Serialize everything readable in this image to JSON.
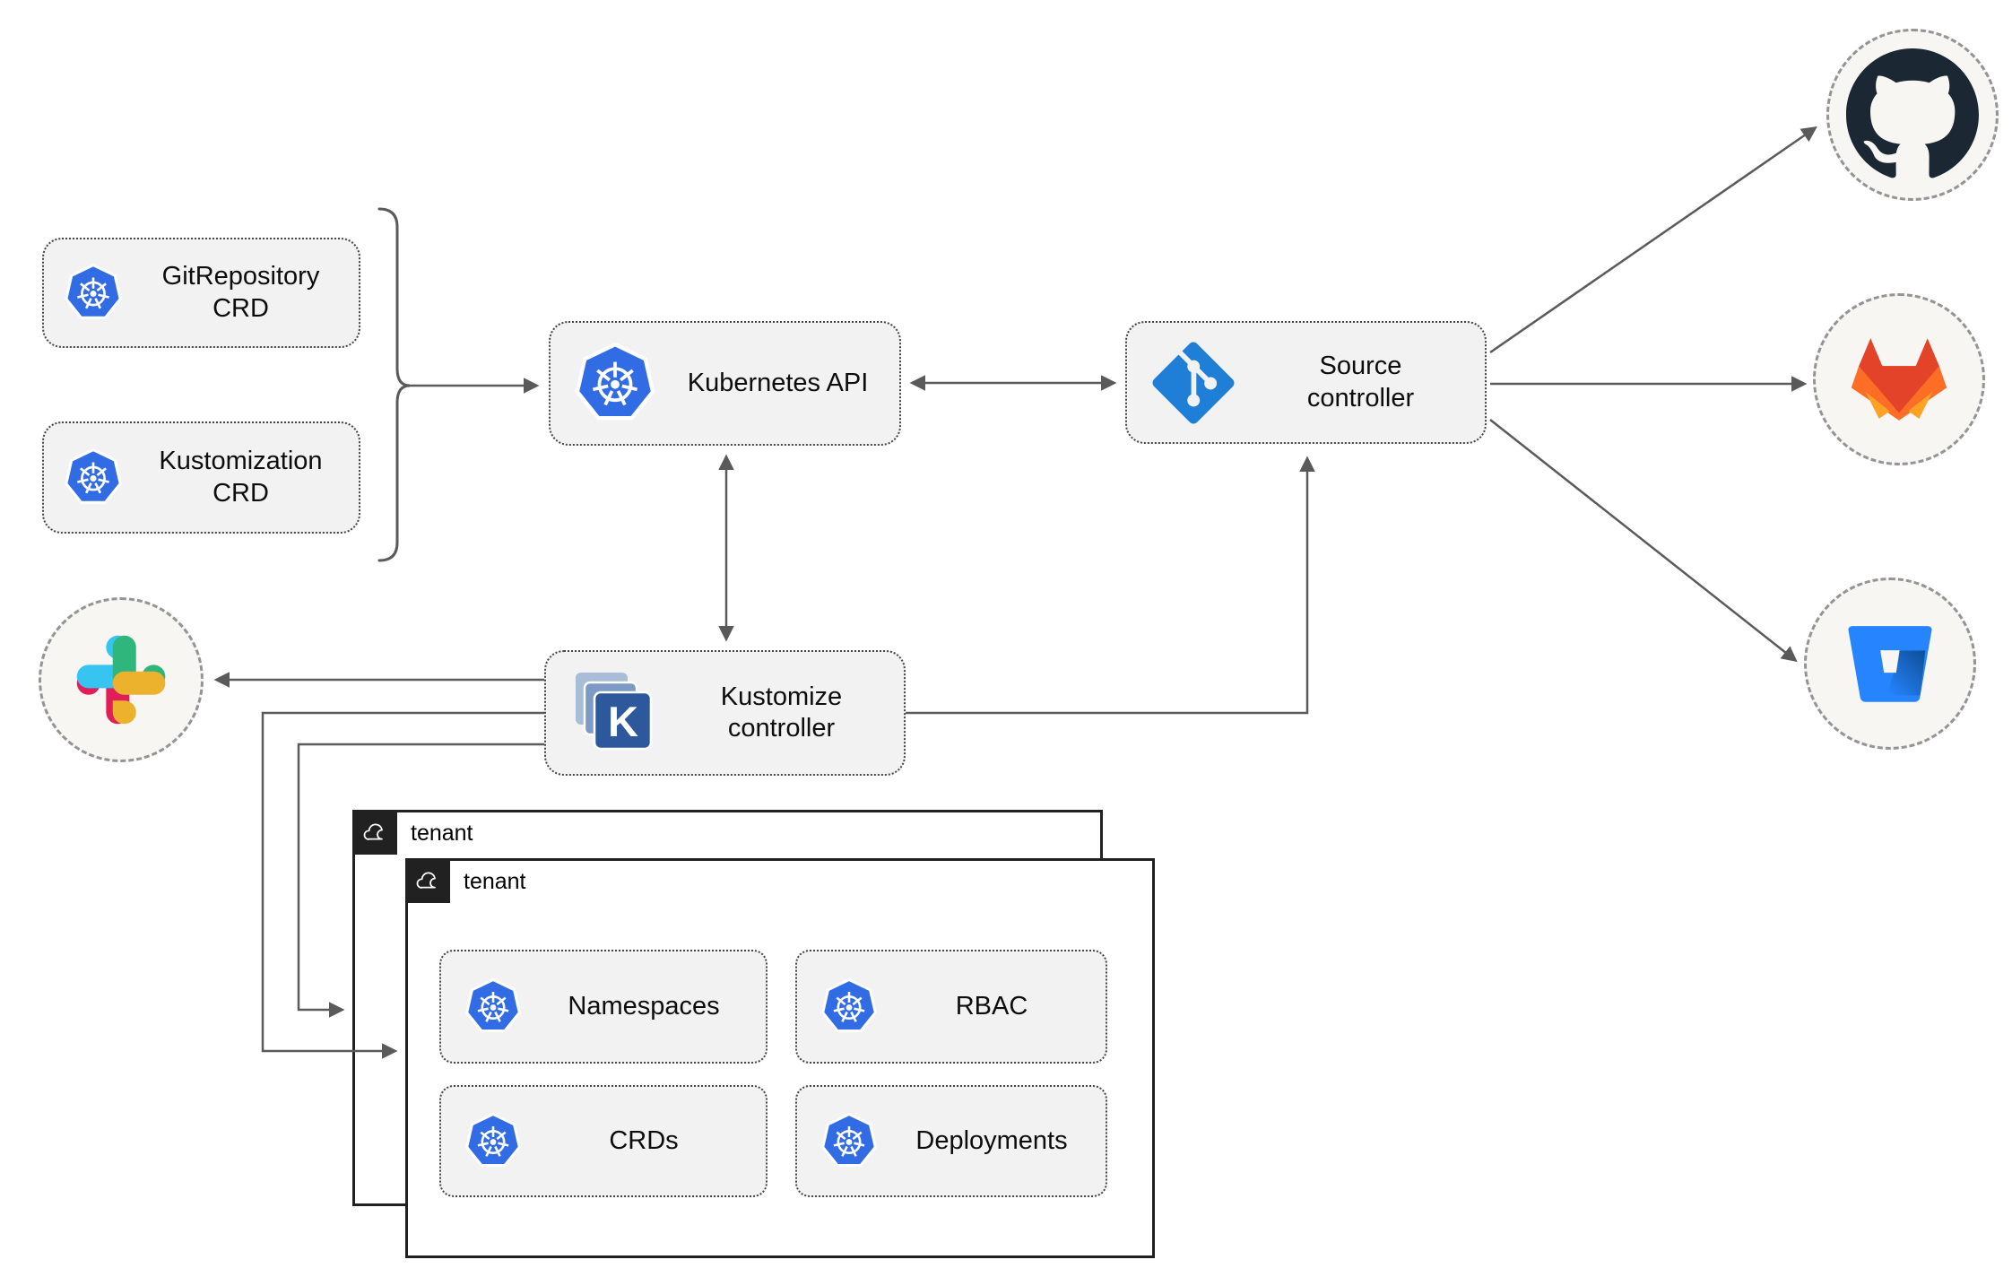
{
  "nodes": {
    "gitrepo_crd": {
      "label": "GitRepository CRD",
      "icon": "kubernetes-icon"
    },
    "kustomization_crd": {
      "label": "Kustomization CRD",
      "icon": "kubernetes-icon"
    },
    "kubernetes_api": {
      "label": "Kubernetes API",
      "icon": "kubernetes-icon"
    },
    "source_controller": {
      "label": "Source controller",
      "icon": "git-icon"
    },
    "kustomize_controller": {
      "label": "Kustomize controller",
      "icon": "kustomize-icon",
      "icon_letter": "K"
    }
  },
  "services": {
    "github": {
      "icon": "github-icon"
    },
    "gitlab": {
      "icon": "gitlab-icon"
    },
    "bitbucket": {
      "icon": "bitbucket-icon"
    },
    "slack": {
      "icon": "slack-icon"
    }
  },
  "tenants": [
    {
      "label": "tenant",
      "icon": "cloud-icon"
    },
    {
      "label": "tenant",
      "icon": "cloud-icon"
    }
  ],
  "resources": [
    {
      "label": "Namespaces",
      "icon": "kubernetes-icon"
    },
    {
      "label": "RBAC",
      "icon": "kubernetes-icon"
    },
    {
      "label": "CRDs",
      "icon": "kubernetes-icon"
    },
    {
      "label": "Deployments",
      "icon": "kubernetes-icon"
    }
  ],
  "edges": [
    {
      "from": "gitrepository-crd/kustomization-crd",
      "to": "kubernetes-api",
      "style": "arrow-via-bracket"
    },
    {
      "from": "kubernetes-api",
      "to": "source-controller",
      "style": "bidirectional"
    },
    {
      "from": "kubernetes-api",
      "to": "kustomize-controller",
      "style": "bidirectional"
    },
    {
      "from": "source-controller",
      "to": "github",
      "style": "arrow"
    },
    {
      "from": "source-controller",
      "to": "gitlab",
      "style": "arrow"
    },
    {
      "from": "source-controller",
      "to": "bitbucket",
      "style": "arrow"
    },
    {
      "from": "kustomize-controller",
      "to": "slack",
      "style": "arrow"
    },
    {
      "from": "kustomize-controller",
      "to": "source-controller",
      "style": "arrow"
    },
    {
      "from": "kustomize-controller",
      "to": "tenant-front",
      "style": "arrow"
    },
    {
      "from": "kustomize-controller",
      "to": "tenant-back",
      "style": "arrow"
    }
  ],
  "colors": {
    "kubernetes_blue": "#326ce5",
    "git_icon_blue": "#1f7ed6",
    "kustomize_front_blue": "#2e589c",
    "node_fill": "#f2f2f2",
    "connector_gray": "#5a5a5a",
    "tenant_border": "#212121",
    "github_dark": "#1b2732",
    "gitlab_red": "#e24329",
    "gitlab_orange": "#fc6d26",
    "gitlab_amber": "#fca326",
    "bitbucket_blue": "#2684ff",
    "slack_blue": "#36c5f0",
    "slack_green": "#2eb67d",
    "slack_yellow": "#ecb22e",
    "slack_red": "#e01e5a"
  }
}
